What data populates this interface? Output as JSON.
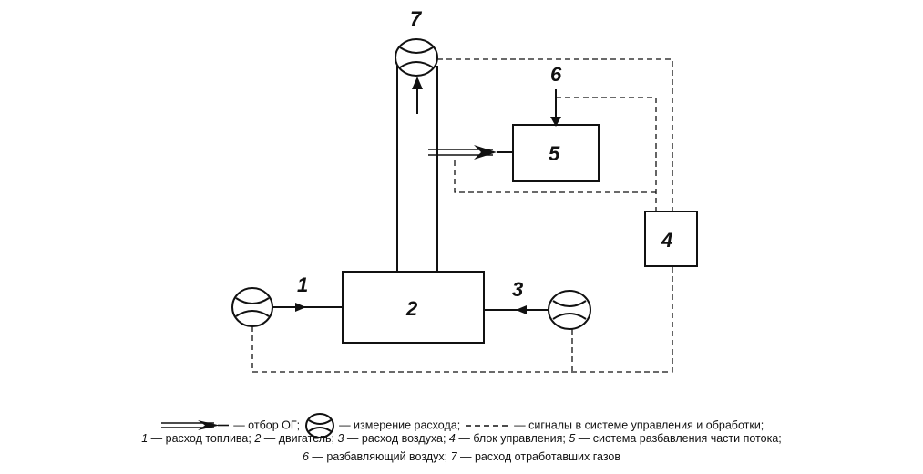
{
  "diagram": {
    "labels": {
      "n1": "1",
      "n2": "2",
      "n3": "3",
      "n4": "4",
      "n5": "5",
      "n6": "6",
      "n7": "7"
    }
  },
  "legend": {
    "sample_symbol_text": "— отбор ОГ;",
    "flow_symbol_text": "— измерение расхода;",
    "signal_symbol_text": "— сигналы в системе управления и обработки;",
    "items": [
      {
        "num": "1",
        "text": " — расход топлива; "
      },
      {
        "num": "2",
        "text": " — двигатель; "
      },
      {
        "num": "3",
        "text": " — расход воздуха; "
      },
      {
        "num": "4",
        "text": " — блок управления; "
      },
      {
        "num": "5",
        "text": " — система разбавления части потока;"
      },
      {
        "num": "6",
        "text": " — разбавляющий воздух; "
      },
      {
        "num": "7",
        "text": " — расход отработавших газов"
      }
    ]
  }
}
